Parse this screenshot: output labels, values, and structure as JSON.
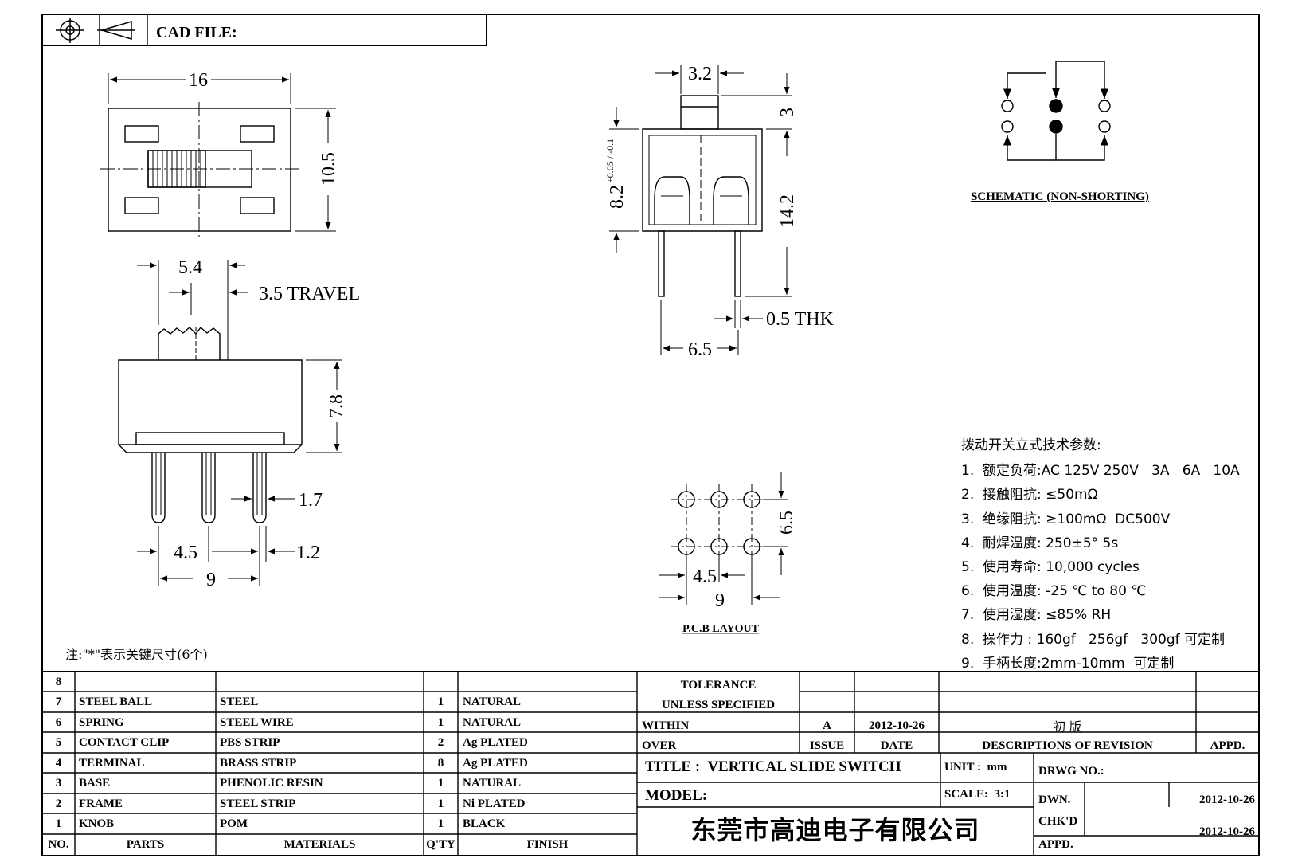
{
  "header": {
    "cad_file_label": "CAD FILE:"
  },
  "top_view": {
    "dim_width": "16",
    "dim_height": "10.5"
  },
  "front_view": {
    "dim_knob": "5.4",
    "dim_travel": "3.5 TRAVEL",
    "dim_height": "7.8",
    "dim_pin": "1.7",
    "dim_pitch": "4.5",
    "dim_gap": "1.2",
    "dim_span": "9"
  },
  "side_view": {
    "dim_top": "3.2",
    "dim_knob_h": "3",
    "dim_body_main": "8.2",
    "dim_body_tol": "+0.05 / -0.1",
    "dim_total": "14.2",
    "dim_thk": "0.5 THK",
    "dim_pin_span": "6.5"
  },
  "schematic": {
    "label": "SCHEMATIC (NON-SHORTING)"
  },
  "pcb": {
    "label": "P.C.B LAYOUT",
    "dim_row": "6.5",
    "dim_pitch": "4.5",
    "dim_span": "9"
  },
  "specs": {
    "title": "拨动开关立式技术参数:",
    "items": [
      {
        "n": "1.",
        "text": "额定负荷:AC 125V 250V   3A   6A   10A"
      },
      {
        "n": "2.",
        "text": "接触阻抗: ≤50mΩ"
      },
      {
        "n": "3.",
        "text": "绝缘阻抗: ≥100mΩ  DC500V"
      },
      {
        "n": "4.",
        "text": "耐焊温度: 250±5° 5s"
      },
      {
        "n": "5.",
        "text": "使用寿命: 10,000 cycles"
      },
      {
        "n": "6.",
        "text": "使用温度: -25 ℃ to 80 ℃"
      },
      {
        "n": "7.",
        "text": "使用湿度: ≤85% RH"
      },
      {
        "n": "8.",
        "text": "操作力 : 160gf   256gf   300gf 可定制"
      },
      {
        "n": "9.",
        "text": "手柄长度:2mm-10mm  可定制"
      }
    ]
  },
  "note": "注:\"*\"表示关键尺寸(6个)",
  "bom": {
    "rows": [
      {
        "no": "8",
        "part": "",
        "material": "",
        "qty": "",
        "finish": ""
      },
      {
        "no": "7",
        "part": "STEEL BALL",
        "material": "STEEL",
        "qty": "1",
        "finish": "NATURAL"
      },
      {
        "no": "6",
        "part": "SPRING",
        "material": "STEEL WIRE",
        "qty": "1",
        "finish": "NATURAL"
      },
      {
        "no": "5",
        "part": "CONTACT CLIP",
        "material": "PBS STRIP",
        "qty": "2",
        "finish": "Ag PLATED"
      },
      {
        "no": "4",
        "part": "TERMINAL",
        "material": "BRASS STRIP",
        "qty": "8",
        "finish": "Ag PLATED"
      },
      {
        "no": "3",
        "part": "BASE",
        "material": "PHENOLIC RESIN",
        "qty": "1",
        "finish": "NATURAL"
      },
      {
        "no": "2",
        "part": "FRAME",
        "material": "STEEL STRIP",
        "qty": "1",
        "finish": "Ni PLATED"
      },
      {
        "no": "1",
        "part": "KNOB",
        "material": "POM",
        "qty": "1",
        "finish": "BLACK"
      }
    ],
    "headers": {
      "no": "NO.",
      "part": "PARTS",
      "material": "MATERIALS",
      "qty": "Q'TY",
      "finish": "FINISH"
    }
  },
  "title_block": {
    "tolerance": "TOLERANCE",
    "unless": "UNLESS  SPECIFIED",
    "within": "WITHIN",
    "over": "OVER",
    "rev_issue": "A",
    "rev_date": "2012-10-26",
    "rev_desc": "初 版",
    "issue_hdr": "ISSUE",
    "date_hdr": "DATE",
    "desc_hdr": "DESCRIPTIONS OF REVISION",
    "appd_hdr": "APPD.",
    "title": "TITLE :  VERTICAL SLIDE SWITCH",
    "unit": "UNIT :  mm",
    "drwg": "DRWG NO.:",
    "model": "MODEL:",
    "scale": "SCALE:  3:1",
    "dwn": "DWN.",
    "dwn_date": "2012-10-26",
    "company": "东莞市高迪电子有限公司",
    "chkd": "CHK'D",
    "chkd_date": "2012-10-26",
    "appd": "APPD."
  }
}
